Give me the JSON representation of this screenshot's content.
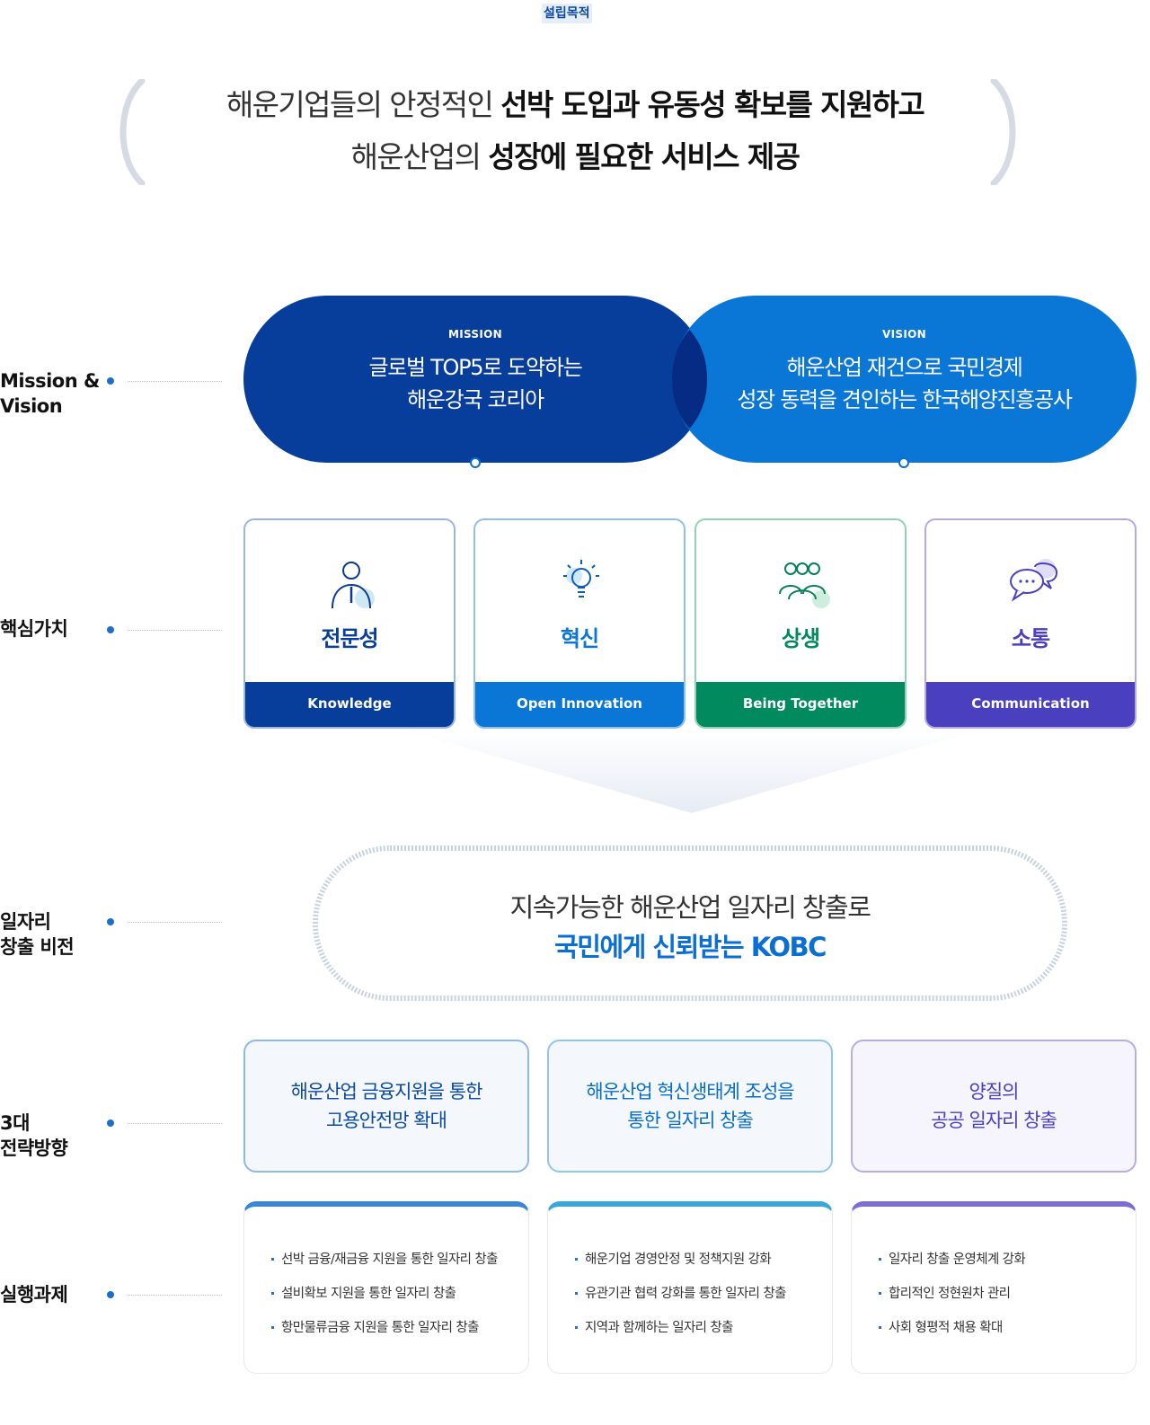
{
  "badge": "설립목적",
  "purpose": {
    "line1_normal": "해운기업들의 안정적인 ",
    "line1_bold": "선박 도입과 유동성 확보를 지원하고",
    "line2_normal": "해운산업의 ",
    "line2_bold": "성장에 필요한 서비스 제공"
  },
  "rows": {
    "mission_vision": "Mission &\nVision",
    "core_values": "핵심가치",
    "job_vision": "일자리\n창출 비전",
    "strategy": "3대\n전략방향",
    "tasks": "실행과제"
  },
  "mission": {
    "tag": "MISSION",
    "line1": "글로벌 TOP5로 도약하는",
    "line2": "해운강국 코리아"
  },
  "vision": {
    "tag": "VISION",
    "line1": "해운산업 재건으로 국민경제",
    "line2": "성장 동력을 견인하는 한국해양진흥공사"
  },
  "values": [
    {
      "name": "전문성",
      "en": "Knowledge",
      "icon": "person-icon",
      "color": "#073e9c"
    },
    {
      "name": "혁신",
      "en": "Open Innovation",
      "icon": "lightbulb-icon",
      "color": "#0a76d6"
    },
    {
      "name": "상생",
      "en": "Being Together",
      "icon": "group-icon",
      "color": "#008a5e"
    },
    {
      "name": "소통",
      "en": "Communication",
      "icon": "speech-bubbles-icon",
      "color": "#4a3fbf"
    }
  ],
  "job_vision": {
    "line1": "지속가능한 해운산업 일자리 창출로",
    "line2": "국민에게 신뢰받는 KOBC"
  },
  "strategies": [
    {
      "line1": "해운산업 금융지원을 통한",
      "line2": "고용안전망 확대"
    },
    {
      "line1": "해운산업 혁신생태계 조성을",
      "line2": "통한 일자리 창출"
    },
    {
      "line1": "양질의",
      "line2": "공공 일자리 창출"
    }
  ],
  "tasks": [
    {
      "items": [
        "선박 금융/재금융 지원을 통한 일자리 창출",
        "설비확보 지원을 통한 일자리 창출",
        "항만물류금융 지원을 통한 일자리 창출"
      ]
    },
    {
      "items": [
        "해운기업 경영안정 및 정책지원 강화",
        "유관기관 협력 강화를 통한 일자리 창출",
        "지역과 함께하는 일자리 창출"
      ]
    },
    {
      "items": [
        "일자리 창출 운영체계 강화",
        "합리적인 정현원차 관리",
        "사회 형평적 채용 확대"
      ]
    }
  ]
}
